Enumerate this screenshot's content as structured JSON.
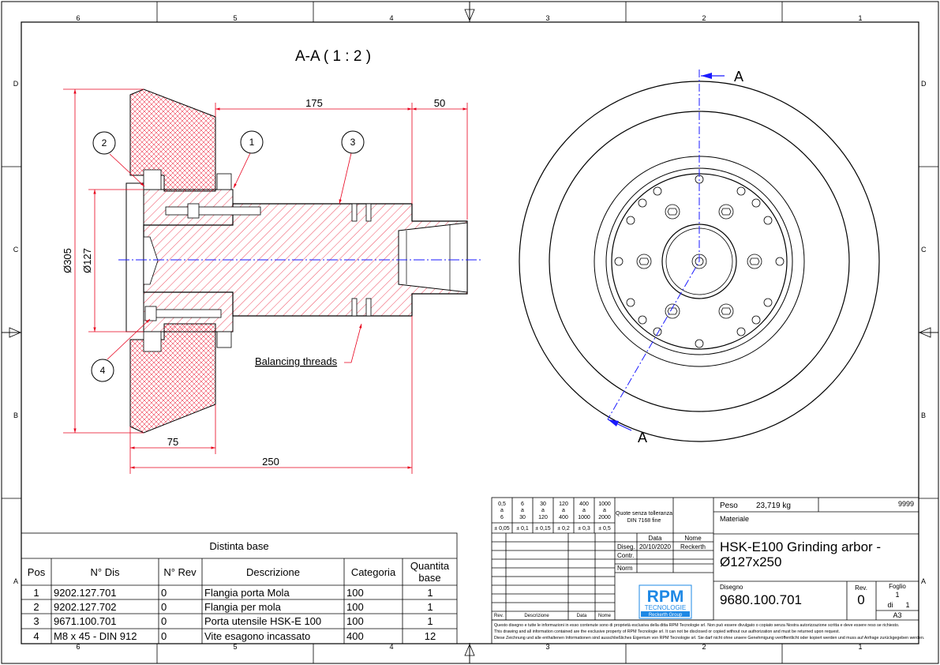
{
  "frame": {
    "cols": [
      "6",
      "5",
      "4",
      "3",
      "2",
      "1"
    ],
    "rows": [
      "D",
      "C",
      "B",
      "A"
    ]
  },
  "section_title": "A-A ( 1 : 2 )",
  "section_marker": "A",
  "dimensions": {
    "d175": "175",
    "d50": "50",
    "d305": "Ø305",
    "d127": "Ø127",
    "d75": "75",
    "d250": "250"
  },
  "balloons": [
    "1",
    "2",
    "3",
    "4"
  ],
  "balancing_label": "Balancing threads",
  "bom": {
    "title": "Distinta base",
    "headers": [
      "Pos",
      "N° Dis",
      "N° Rev",
      "Descrizione",
      "Categoria",
      "Quantita base"
    ],
    "rows": [
      [
        "1",
        "9202.127.701",
        "0",
        "Flangia porta Mola",
        "100",
        "1"
      ],
      [
        "2",
        "9202.127.702",
        "0",
        "Flangia per mola",
        "100",
        "1"
      ],
      [
        "3",
        "9671.100.701",
        "0",
        "Porta utensile HSK-E 100",
        "100",
        "1"
      ],
      [
        "4",
        "M8 x 45 - DIN 912",
        "0",
        "Vite esagono incassato",
        "400",
        "12"
      ]
    ]
  },
  "tolerance": {
    "ranges": [
      [
        "0,5",
        "a",
        "6"
      ],
      [
        "6",
        "a",
        "30"
      ],
      [
        "30",
        "a",
        "120"
      ],
      [
        "120",
        "a",
        "400"
      ],
      [
        "400",
        "a",
        "1000"
      ],
      [
        "1000",
        "a",
        "2000"
      ]
    ],
    "values": [
      "± 0,05",
      "± 0,1",
      "± 0,15",
      "± 0,2",
      "± 0,3",
      "± 0,5"
    ],
    "note_line1": "Quote senza tolleranza",
    "note_line2": "DIN 7168 fine"
  },
  "title_block": {
    "data_h": "Data",
    "nome_h": "Nome",
    "diseg_label": "Diseg.",
    "diseg_date": "20/10/2020",
    "diseg_name": "Reckerth",
    "contr_label": "Contr.",
    "norm_label": "Norm",
    "rev_h": "Rev.",
    "descr_h": "Descrizione",
    "data_h2": "Data",
    "nome_h2": "Nome",
    "peso_label": "Peso",
    "peso_value": "23,719 kg",
    "code_top": "9999",
    "materiale_label": "Materiale",
    "title_line1": "HSK-E100 Grinding arbor -",
    "title_line2": "Ø127x250",
    "disegno_label": "Disegno",
    "disegno_value": "9680.100.701",
    "rev_label": "Rev.",
    "rev_value": "0",
    "foglio_label": "Foglio",
    "foglio_value": "1",
    "di_label": "di",
    "di_value": "1",
    "format": "A3",
    "logo_main": "RPM",
    "logo_sub": "TECNOLOGIE",
    "logo_group": "Reckerth Group",
    "legal1": "Questo disegno e tutte le informazioni in esso contenute sono di proprietà esclusiva della ditta RPM Tecnologie srl. Non può essere divulgato o copiato senza Nostra autorizzazione scritta e deve essere reso se richiesto.",
    "legal2": "This drawing and all information contained are the exclusive property of RPM Tecnologie srl. It can not be disclosed or copied without our authorization and must be returned upon request.",
    "legal3": "Diese Zeichnung und alle enthaltenen Informationen sind ausschließliches Eigentum von RPM Tecnologie srl. Sie darf nicht ohne unsere Genehmigung veröffentlicht oder kopiert werden und muss auf Anfrage zurückgegeben werden."
  },
  "colors": {
    "dimension": "#e8001c",
    "center_line": "#1a1aff",
    "logo_blue": "#1e88e5"
  }
}
